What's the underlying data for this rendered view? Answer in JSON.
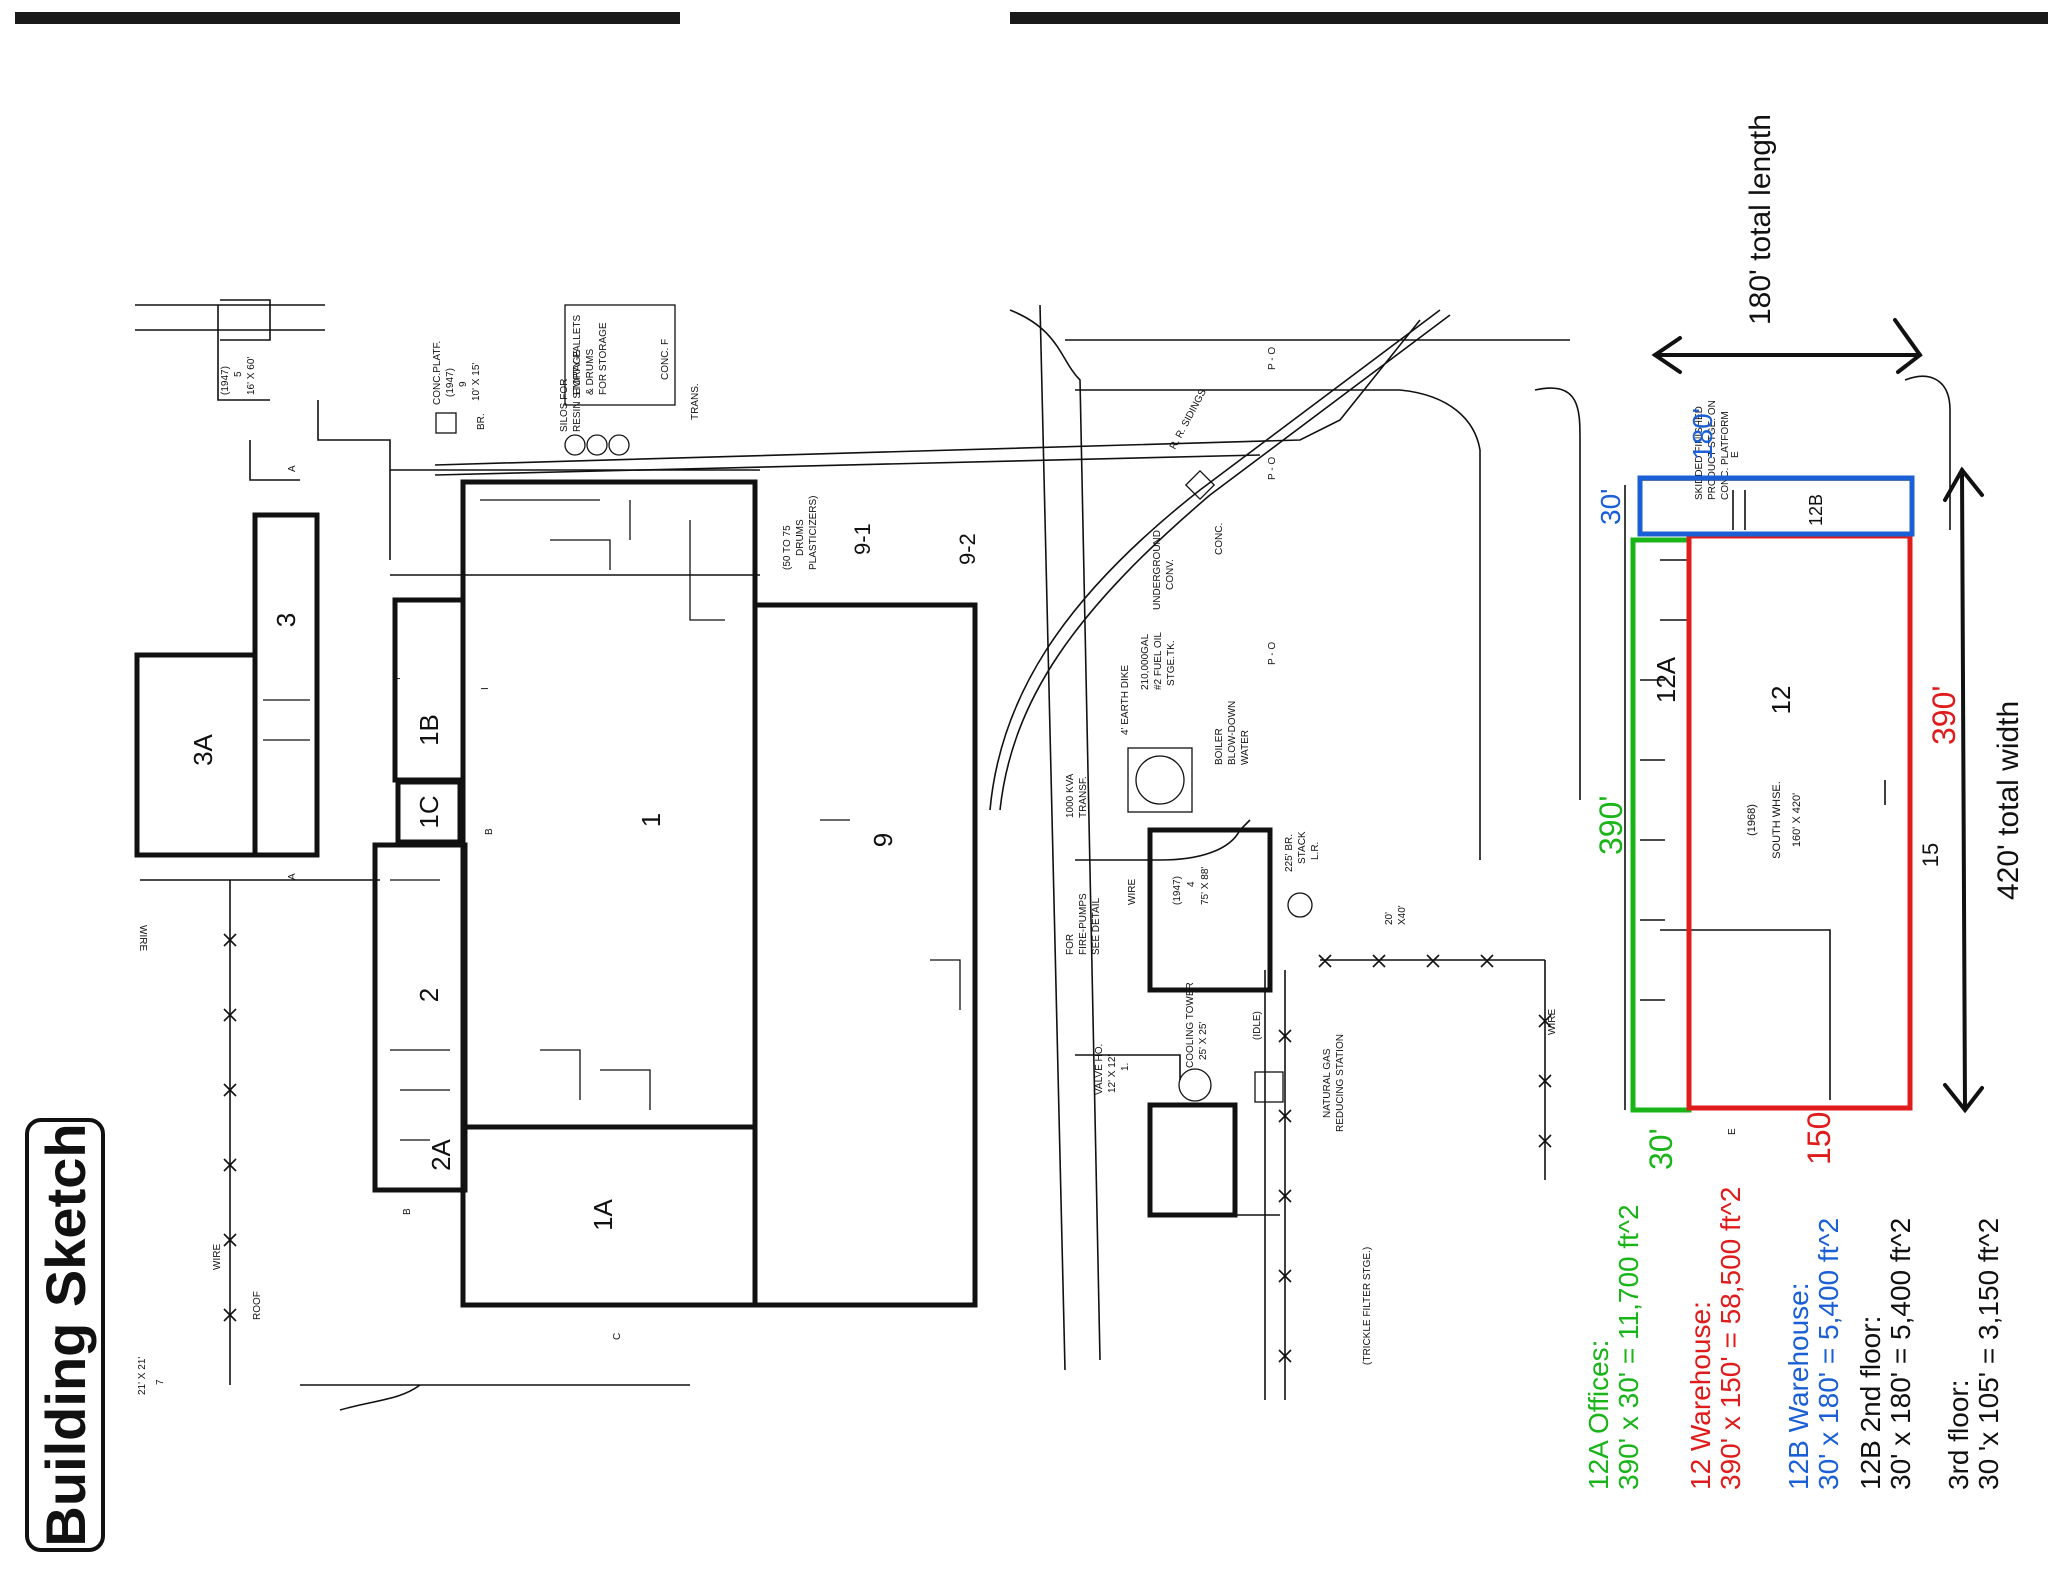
{
  "title": "Building Sketch",
  "colors": {
    "offices": "#18b418",
    "warehouse": "#e01b1b",
    "warehouse_b": "#1a5fd6",
    "outline": "#111111",
    "scan_edge": "#1a1a1a"
  },
  "buildings": {
    "b3": "3",
    "b3a": "3A",
    "b1b": "1B",
    "b1c": "1C",
    "b1": "1",
    "b9": "9",
    "b2": "2",
    "b2a": "2A",
    "b1a": "1A",
    "b12a": "12A",
    "b12b": "12B",
    "b12": "12",
    "b15": "15",
    "b12_caption": [
      "(1968)",
      "SOUTH WHSE.",
      "160' X 420'"
    ]
  },
  "drawing_labels": {
    "empty_pallets": [
      "EMPTY PALLETS",
      "& DRUMS",
      "FOR STORAGE"
    ],
    "conc_f": "CONC. F",
    "resin_silos": [
      "SILOS FOR",
      "RESIN STORAGE"
    ],
    "trans": "TRANS.",
    "conc_platf": [
      "CONC.PLATF.",
      "(1947)",
      "9",
      "10' X 15'"
    ],
    "br": "BR.",
    "bldg5": [
      "(1947)",
      "5",
      "16' X 60'"
    ],
    "drums_plasticizers": [
      "(50 TO 75",
      "DRUMS",
      "PLASTICIZERS)"
    ],
    "tag_9_1": "9-1",
    "tag_9_2": "9-2",
    "rr_sidings": "R. R. SIDINGS",
    "underground_conv": [
      "UNDERGROUND",
      "CONV."
    ],
    "conc": "CONC.",
    "earth_dike": "4' EARTH DIKE",
    "fuel_oil": [
      "210,000GAL",
      "#2 FUEL OIL",
      "STGE.TK."
    ],
    "boiler": [
      "BOILER",
      "BLOW-DOWN",
      "WATER"
    ],
    "transf": [
      "1000 KVA",
      "TRANSF."
    ],
    "wire": "WIRE",
    "bldg4": [
      "(1947)",
      "4",
      "75' X 88'"
    ],
    "fire_pumps": [
      "FOR",
      "FIRE-PUMPS",
      "SEE DETAIL"
    ],
    "stack": [
      "225' BR.",
      "STACK",
      "L.R."
    ],
    "tank_20x40": [
      "20'",
      "X40'"
    ],
    "cooling_tower": [
      "COOLING TOWER",
      "25' X 25'"
    ],
    "valve_ho": [
      "VALVE HO.",
      "12' X 12'",
      "1."
    ],
    "idle": "(IDLE)",
    "natural_gas": [
      "NATURAL GAS",
      "REDUCING STATION"
    ],
    "trickle_filter": "(TRICKLE FILTER STGE.)",
    "roof": "ROOF",
    "small_bldg": [
      "7",
      "21' X 21'"
    ],
    "skidded": [
      "SKIDDED FINISHED",
      "PRODUCT STGE. ON",
      "CONC. PLATFORM"
    ],
    "marker_a": "A",
    "marker_b": "B",
    "marker_c": "C",
    "marker_e": "E",
    "marker_i": "I",
    "marker_po": "P - O"
  },
  "dimensions": {
    "total_length": "180' total length",
    "total_width": "420' total width",
    "dim_180": "180'",
    "dim_30_blue": "30'",
    "dim_390_green": "390'",
    "dim_390_red": "390'",
    "dim_30_green": "30'",
    "dim_150_red": "150'"
  },
  "legend": [
    {
      "label": "12A Offices:",
      "calc": "390' x 30' = 11,700 ft^2",
      "color": "#18b418"
    },
    {
      "label": "12 Warehouse:",
      "calc": "390' x 150' = 58,500 ft^2",
      "color": "#e01b1b"
    },
    {
      "label": "12B Warehouse:",
      "calc": "30' x 180' = 5,400 ft^2",
      "color": "#1a5fd6"
    },
    {
      "label": "12B 2nd floor:",
      "calc": "30' x 180' = 5,400 ft^2",
      "color": "#111111"
    },
    {
      "label": "3rd floor:",
      "calc": "30 'x 105' = 3,150 ft^2",
      "color": "#111111"
    }
  ]
}
